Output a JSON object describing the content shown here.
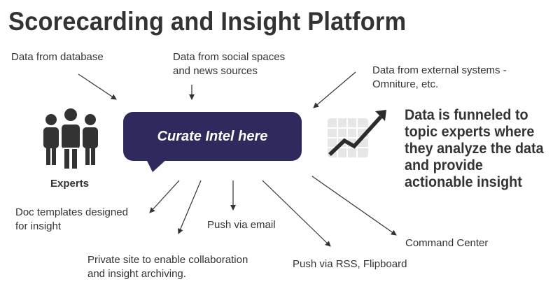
{
  "title": "Scorecarding and Insight Platform",
  "center_bubble": {
    "text": "Curate Intel here",
    "color": "#2e2a5e"
  },
  "experts": {
    "label": "Experts",
    "icon": "people-group-icon"
  },
  "chart_icon": {
    "icon": "trending-chart-icon"
  },
  "insight_text": "Data is funneled to topic experts where they analyze the data and provide actionable insight",
  "inputs": {
    "database": "Data from database",
    "social": [
      "Data from social spaces",
      "and news sources"
    ],
    "external": [
      "Data from external systems -",
      "Omniture, etc."
    ]
  },
  "outputs": {
    "doc_templates": [
      "Doc templates designed",
      "for insight"
    ],
    "private_site": [
      "Private site to enable collaboration",
      "and insight archiving."
    ],
    "push_email": "Push via email",
    "push_rss": "Push via RSS, Flipboard",
    "command_center": "Command Center"
  }
}
